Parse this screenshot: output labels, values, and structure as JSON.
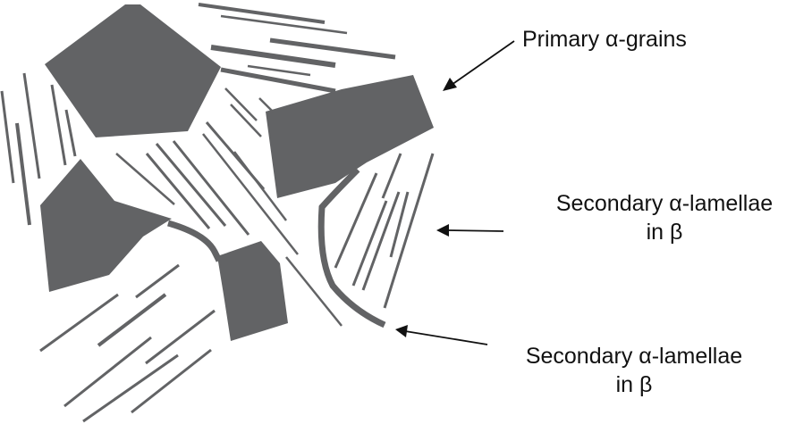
{
  "labels": {
    "primary": "Primary α-grains",
    "secondary1_line1": "Secondary α-lamellae",
    "secondary1_line2": "in β",
    "secondary2_line1": "Secondary α-lamellae",
    "secondary2_line2": "in β"
  },
  "colors": {
    "phase": "#626365",
    "text": "#111111"
  }
}
